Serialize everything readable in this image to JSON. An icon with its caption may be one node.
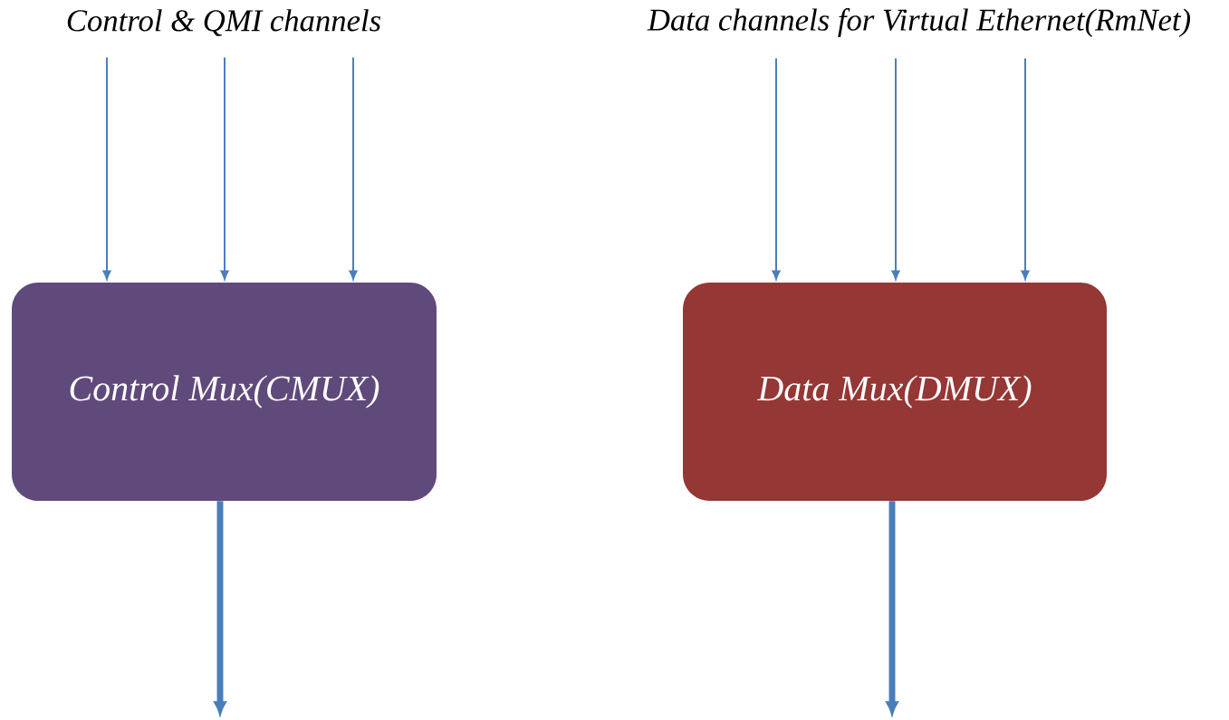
{
  "diagram": {
    "nodes": [
      {
        "text": [
          "Control & QMI channels"
        ]
      },
      {
        "text": [
          "Data channels for Virtual Ethernet(RmNet)"
        ]
      },
      {
        "text": [
          "Control Mux(CMUX)"
        ]
      },
      {
        "text": [
          "Data Mux(DMUX)"
        ]
      }
    ],
    "edges": [
      {
        "from": 0,
        "to": 2,
        "arrow": "to"
      },
      {
        "from": 0,
        "to": 2,
        "arrow": "to"
      },
      {
        "from": 0,
        "to": 2,
        "arrow": "to"
      },
      {
        "from": 1,
        "to": 3,
        "arrow": "to"
      },
      {
        "from": 1,
        "to": 3,
        "arrow": "to"
      },
      {
        "from": 1,
        "to": 3,
        "arrow": "to"
      },
      {
        "from": 2,
        "to": null,
        "arrow": "to",
        "style": "thick"
      },
      {
        "from": 3,
        "to": null,
        "arrow": "to",
        "style": "thick"
      }
    ]
  }
}
